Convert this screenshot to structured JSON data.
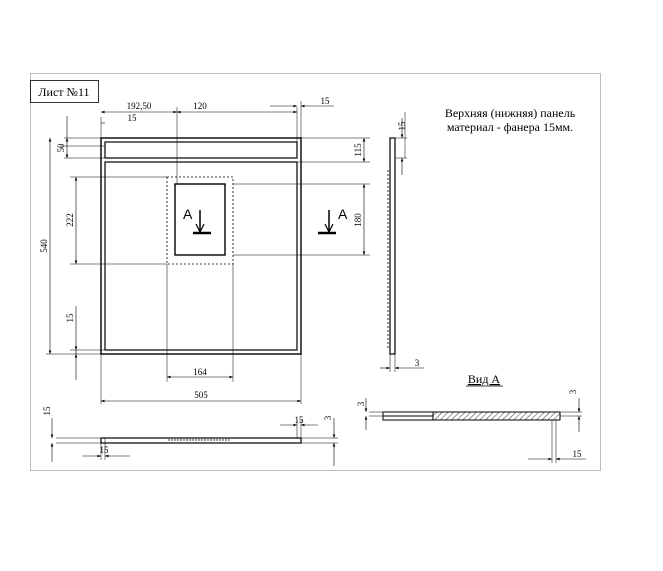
{
  "sheet": {
    "label": "Лист №11"
  },
  "title": {
    "line1": "Верхняя (нижняя) панель",
    "line2": "материал - фанера 15мм."
  },
  "view_label": "Вид А",
  "section_mark": "A",
  "dimensions": {
    "d192_50": "192,50",
    "d120": "120",
    "d15_top": "15",
    "d15_right": "15",
    "d50": "50",
    "d115": "115",
    "d222": "222",
    "d180": "180",
    "d540": "540",
    "d15_left": "15",
    "d164": "164",
    "d505": "505",
    "d15_side": "15",
    "d3_side": "3",
    "d15_bottom_left": "15",
    "d15_bottom_a": "15",
    "d15_bottom_b": "15",
    "d3_bottom": "3",
    "d3_viewA_left": "3",
    "d3_viewA_right": "3",
    "d15_viewA": "15"
  },
  "colors": {
    "line": "#000000",
    "frame": "#bbbbbb"
  }
}
